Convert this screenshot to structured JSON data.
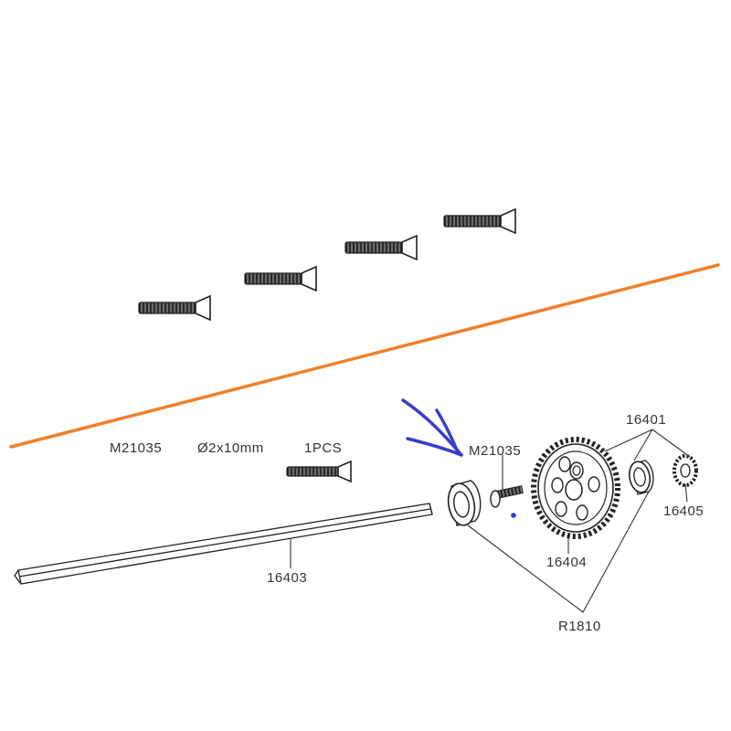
{
  "spec": {
    "part": "M21035",
    "size": "Ø2x10mm",
    "qty": "1PCS"
  },
  "labels": {
    "screw": "M21035",
    "gear_cluster": "16401",
    "pinion": "16405",
    "shaft": "16403",
    "spur_gear": "16404",
    "bearing": "R1810"
  },
  "colors": {
    "ink": "#222222",
    "separator": "#f0802a",
    "annotation_arrow": "#3a3fc8",
    "dot": "#2b3bd0"
  },
  "icons": {
    "screw": "countersunk-screw-icon",
    "arrow": "pointer-arrow-icon"
  }
}
